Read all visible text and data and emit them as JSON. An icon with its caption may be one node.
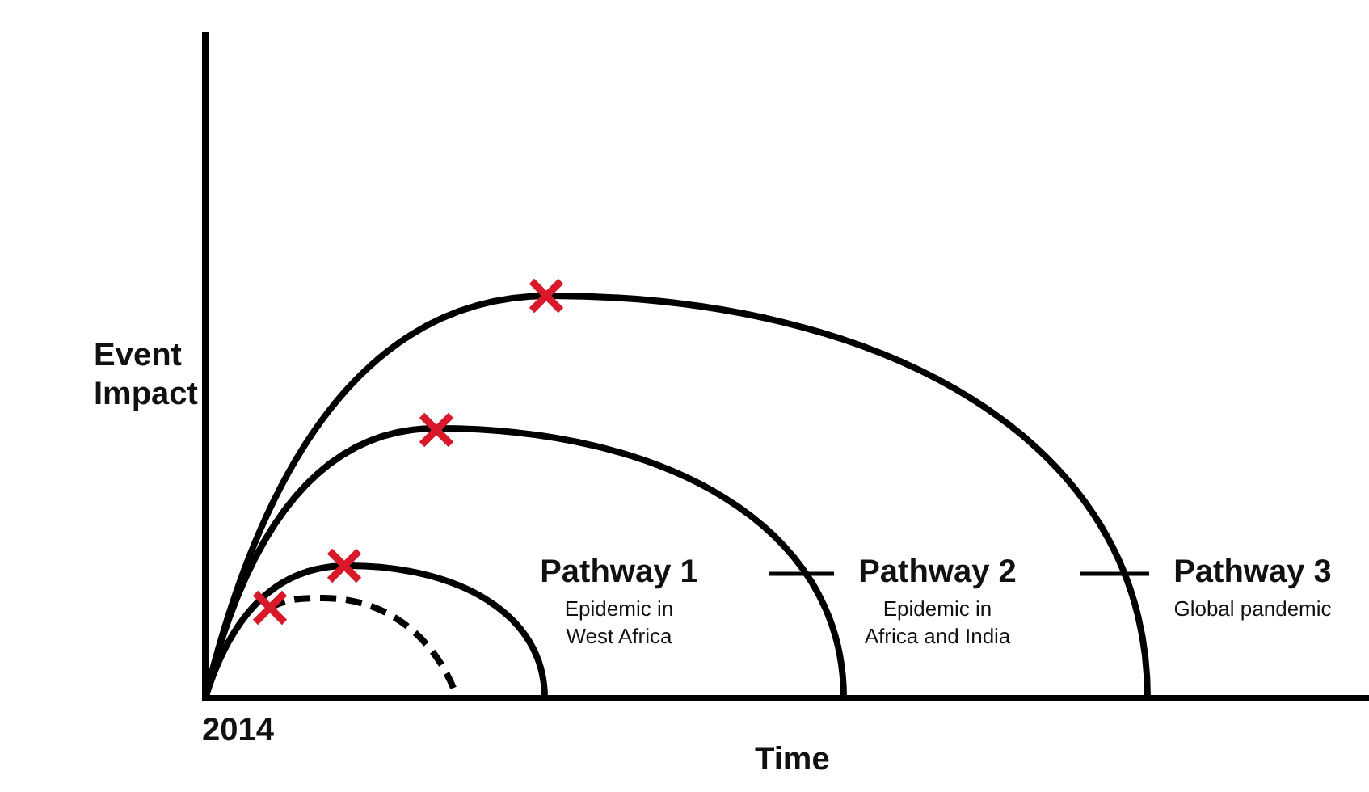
{
  "diagram": {
    "nodes": [
      {
        "text": [
          "Pathway 1",
          "Epidemic in West Africa"
        ]
      },
      {
        "text": [
          "Pathway 2",
          "Epidemic in Africa and India"
        ]
      },
      {
        "text": [
          "Pathway 3",
          "Global pandemic"
        ]
      }
    ],
    "edges": [
      {
        "from": 1,
        "to": null,
        "arrow": "none"
      },
      {
        "from": 2,
        "to": null,
        "arrow": "none"
      }
    ],
    "labels": [
      "Event Impact",
      "2014",
      "Time"
    ]
  }
}
